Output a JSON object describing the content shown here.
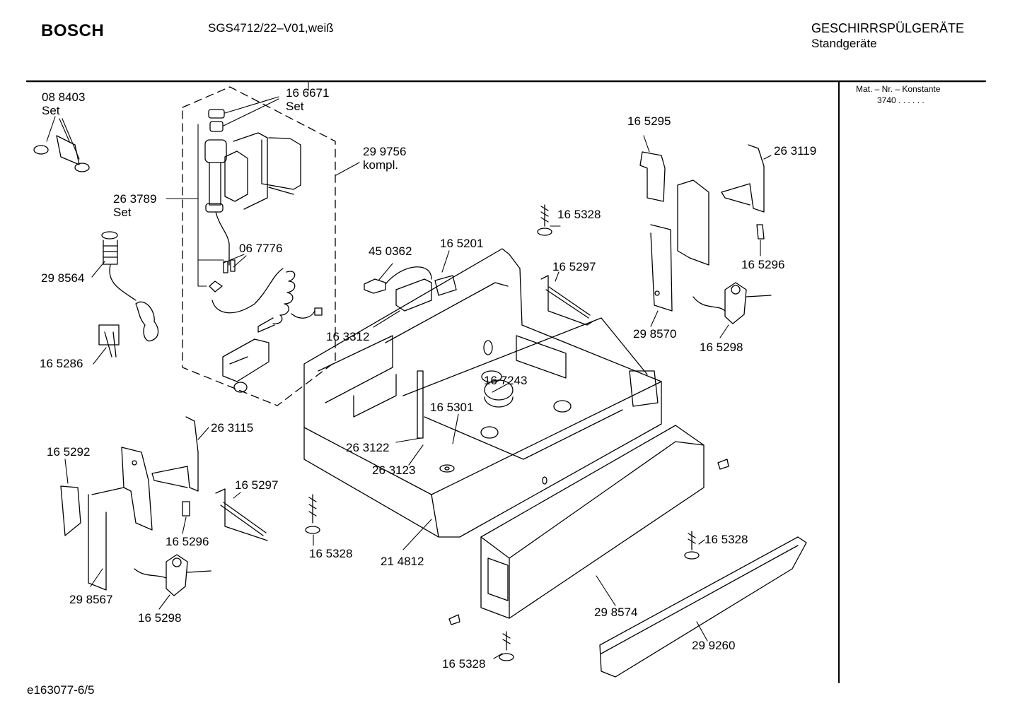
{
  "header": {
    "brand": "BOSCH",
    "model": "SGS4712/22–V01,weiß",
    "category_line1": "GESCHIRRSPÜLGERÄTE",
    "category_line2": "Standgeräte"
  },
  "side_panel": {
    "mat_label": "Mat. – Nr. – Konstante",
    "mat_value": "3740 . . . . . ."
  },
  "footer": {
    "doc_id": "e163077-6/5"
  },
  "parts": [
    {
      "id": "p088403",
      "number": "08 8403",
      "note": "Set"
    },
    {
      "id": "p166671",
      "number": "16 6671",
      "note": "Set"
    },
    {
      "id": "p299756",
      "number": "29 9756",
      "note": "kompl."
    },
    {
      "id": "p263789",
      "number": "26 3789",
      "note": "Set"
    },
    {
      "id": "p298564",
      "number": "29 8564",
      "note": ""
    },
    {
      "id": "p067776",
      "number": "06 7776",
      "note": ""
    },
    {
      "id": "p165286",
      "number": "16 5286",
      "note": ""
    },
    {
      "id": "p450362",
      "number": "45 0362",
      "note": ""
    },
    {
      "id": "p165201",
      "number": "16 5201",
      "note": ""
    },
    {
      "id": "p163312",
      "number": "16 3312",
      "note": ""
    },
    {
      "id": "p165328a",
      "number": "16 5328",
      "note": ""
    },
    {
      "id": "p165297a",
      "number": "16 5297",
      "note": ""
    },
    {
      "id": "p165295",
      "number": "16 5295",
      "note": ""
    },
    {
      "id": "p263119",
      "number": "26 3119",
      "note": ""
    },
    {
      "id": "p165296a",
      "number": "16 5296",
      "note": ""
    },
    {
      "id": "p298570",
      "number": "29 8570",
      "note": ""
    },
    {
      "id": "p165298a",
      "number": "16 5298",
      "note": ""
    },
    {
      "id": "p167243",
      "number": "16 7243",
      "note": ""
    },
    {
      "id": "p165301",
      "number": "16 5301",
      "note": ""
    },
    {
      "id": "p263122",
      "number": "26 3122",
      "note": ""
    },
    {
      "id": "p263123",
      "number": "26 3123",
      "note": ""
    },
    {
      "id": "p263115",
      "number": "26 3115",
      "note": ""
    },
    {
      "id": "p165292",
      "number": "16 5292",
      "note": ""
    },
    {
      "id": "p165297b",
      "number": "16 5297",
      "note": ""
    },
    {
      "id": "p165296b",
      "number": "16 5296",
      "note": ""
    },
    {
      "id": "p165328b",
      "number": "16 5328",
      "note": ""
    },
    {
      "id": "p214812",
      "number": "21 4812",
      "note": ""
    },
    {
      "id": "p298567",
      "number": "29 8567",
      "note": ""
    },
    {
      "id": "p165298b",
      "number": "16 5298",
      "note": ""
    },
    {
      "id": "p165328c",
      "number": "16 5328",
      "note": ""
    },
    {
      "id": "p298574",
      "number": "29 8574",
      "note": ""
    },
    {
      "id": "p165328d",
      "number": "16 5328",
      "note": ""
    },
    {
      "id": "p299260",
      "number": "29 9260",
      "note": ""
    }
  ]
}
